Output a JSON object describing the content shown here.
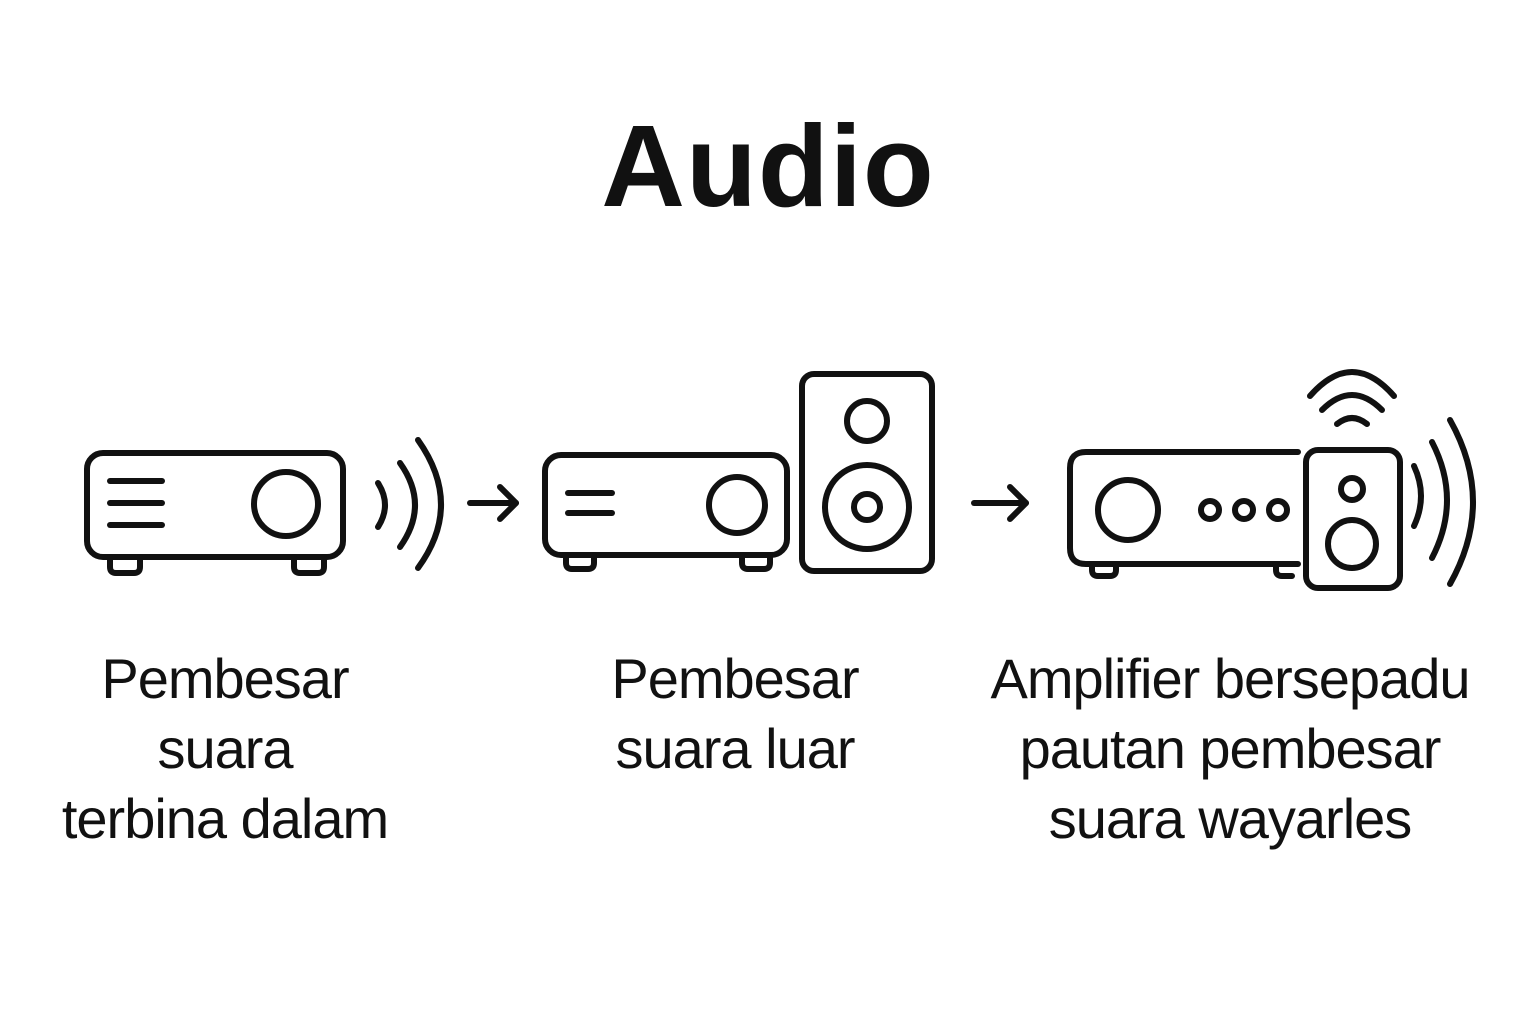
{
  "title": "Audio",
  "stages": [
    {
      "icon": "projector-icon",
      "label_lines": [
        "Pembesar",
        "suara",
        "terbina dalam"
      ]
    },
    {
      "icon": "projector-with-speaker-icon",
      "label_lines": [
        "Pembesar",
        "suara luar"
      ]
    },
    {
      "icon": "amplifier-with-wireless-speaker-icon",
      "label_lines": [
        "Amplifier bersepadu",
        "pautan pembesar",
        "suara wayarles"
      ]
    }
  ],
  "colors": {
    "stroke": "#111111",
    "background": "#ffffff"
  }
}
